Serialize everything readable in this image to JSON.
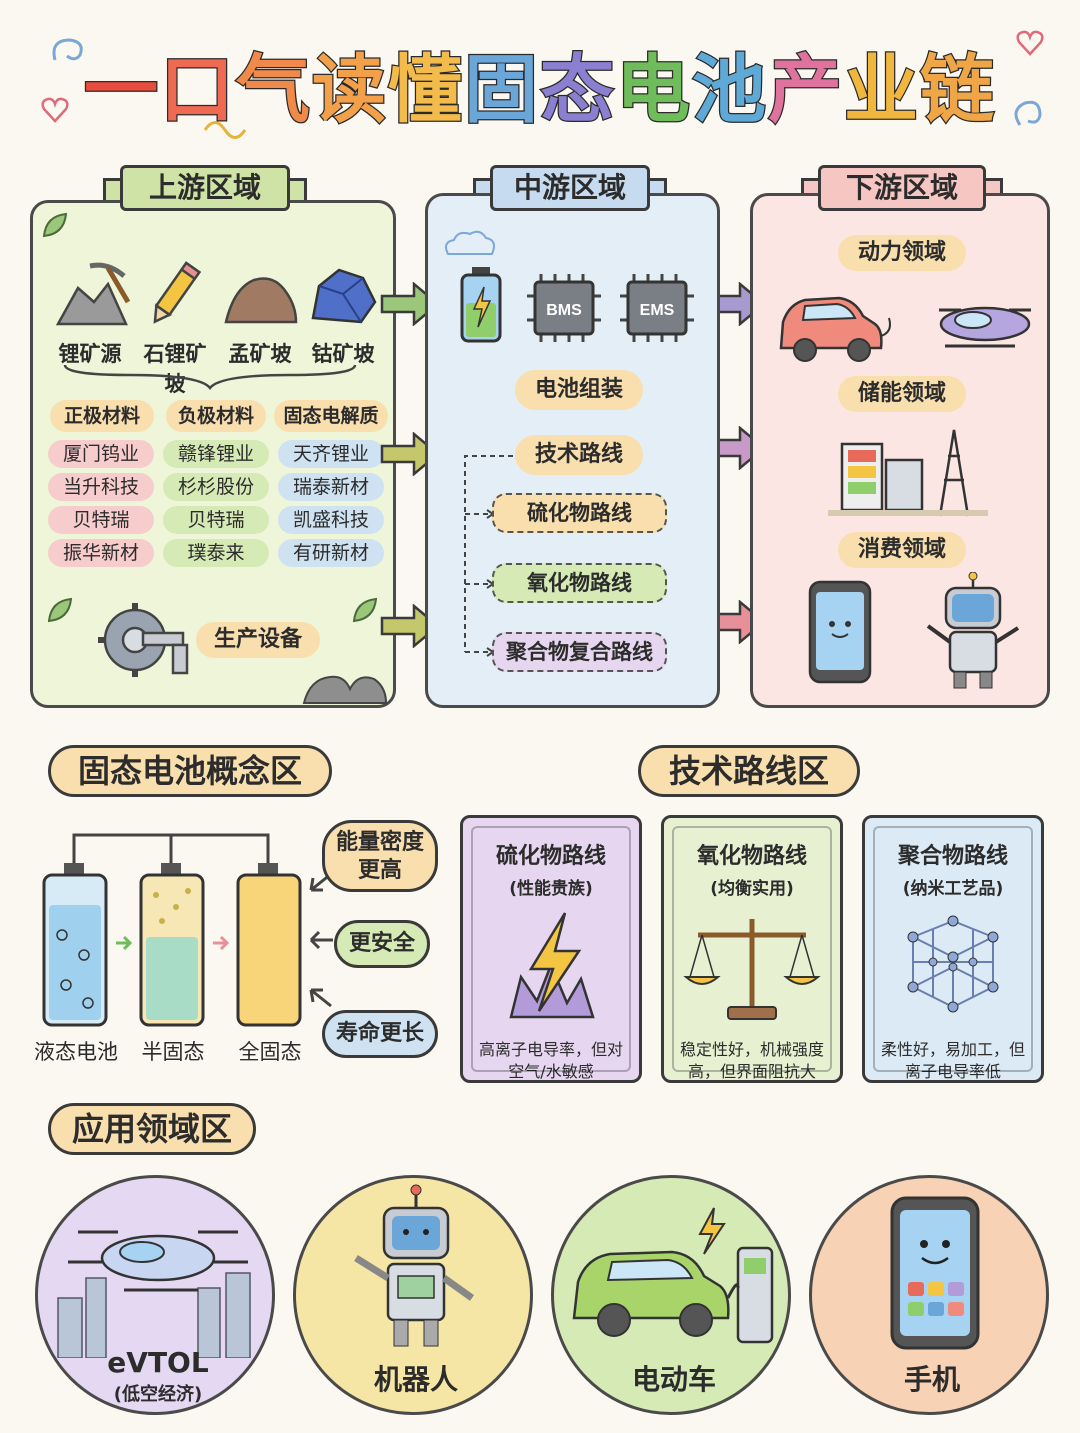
{
  "title": {
    "chars": [
      {
        "t": "一",
        "c": "#e74c3c"
      },
      {
        "t": "口",
        "c": "#ef6a52"
      },
      {
        "t": "气",
        "c": "#f08a4b"
      },
      {
        "t": "读",
        "c": "#f2a14a"
      },
      {
        "t": "懂",
        "c": "#f3bb4c"
      },
      {
        "t": "固",
        "c": "#6aa6d8"
      },
      {
        "t": "态",
        "c": "#8a7fd0"
      },
      {
        "t": "电",
        "c": "#6ebd5a"
      },
      {
        "t": "池",
        "c": "#5fa9d6"
      },
      {
        "t": "产",
        "c": "#e0739d"
      },
      {
        "t": "业",
        "c": "#f1b63e"
      },
      {
        "t": "链",
        "c": "#eea646"
      }
    ]
  },
  "upstream": {
    "banner": "上游区域",
    "minerals": [
      "锂矿源",
      "石锂矿坡",
      "孟矿坡",
      "钴矿坡"
    ],
    "categories": [
      "正极材料",
      "负极材料",
      "固态电解质"
    ],
    "companies": [
      [
        "厦门钨业",
        "赣锋锂业",
        "天齐锂业"
      ],
      [
        "当升科技",
        "杉杉股份",
        "瑞泰新材"
      ],
      [
        "贝特瑞",
        "贝特瑞",
        "凯盛科技"
      ],
      [
        "振华新材",
        "璞泰来",
        "有研新材"
      ]
    ],
    "equipment": "生产设备"
  },
  "midstream": {
    "banner": "中游区域",
    "chips": [
      "BMS",
      "EMS"
    ],
    "assembly": "电池组装",
    "tech_route": "技术路线",
    "routes": [
      "硫化物路线",
      "氧化物路线",
      "聚合物复合路线"
    ]
  },
  "downstream": {
    "banner": "下游区域",
    "fields": [
      "动力领域",
      "储能领域",
      "消费领域"
    ]
  },
  "concept": {
    "header": "固态电池概念区",
    "cells": [
      "液态电池",
      "半固态",
      "全固态"
    ],
    "benefits": [
      "能量密度更高",
      "更安全",
      "寿命更长"
    ]
  },
  "tech": {
    "header": "技术路线区",
    "cards": [
      {
        "title": "硫化物路线",
        "sub": "(性能贵族)",
        "desc": "高离子电导率，但对空气/水敏感"
      },
      {
        "title": "氧化物路线",
        "sub": "(均衡实用)",
        "desc": "稳定性好，机械强度高，但界面阻抗大"
      },
      {
        "title": "聚合物路线",
        "sub": "(纳米工艺品)",
        "desc": "柔性好，易加工，但离子电导率低"
      }
    ]
  },
  "apps": {
    "header": "应用领域区",
    "items": [
      {
        "label": "eVTOL",
        "sub": "(低空经济)"
      },
      {
        "label": "机器人"
      },
      {
        "label": "电动车"
      },
      {
        "label": "手机"
      }
    ]
  },
  "colors": {
    "green_panel": "#eef5d8",
    "blue_panel": "#e3eef7",
    "pink_panel": "#fbe6e3",
    "orange_pill": "#f9dfae"
  }
}
